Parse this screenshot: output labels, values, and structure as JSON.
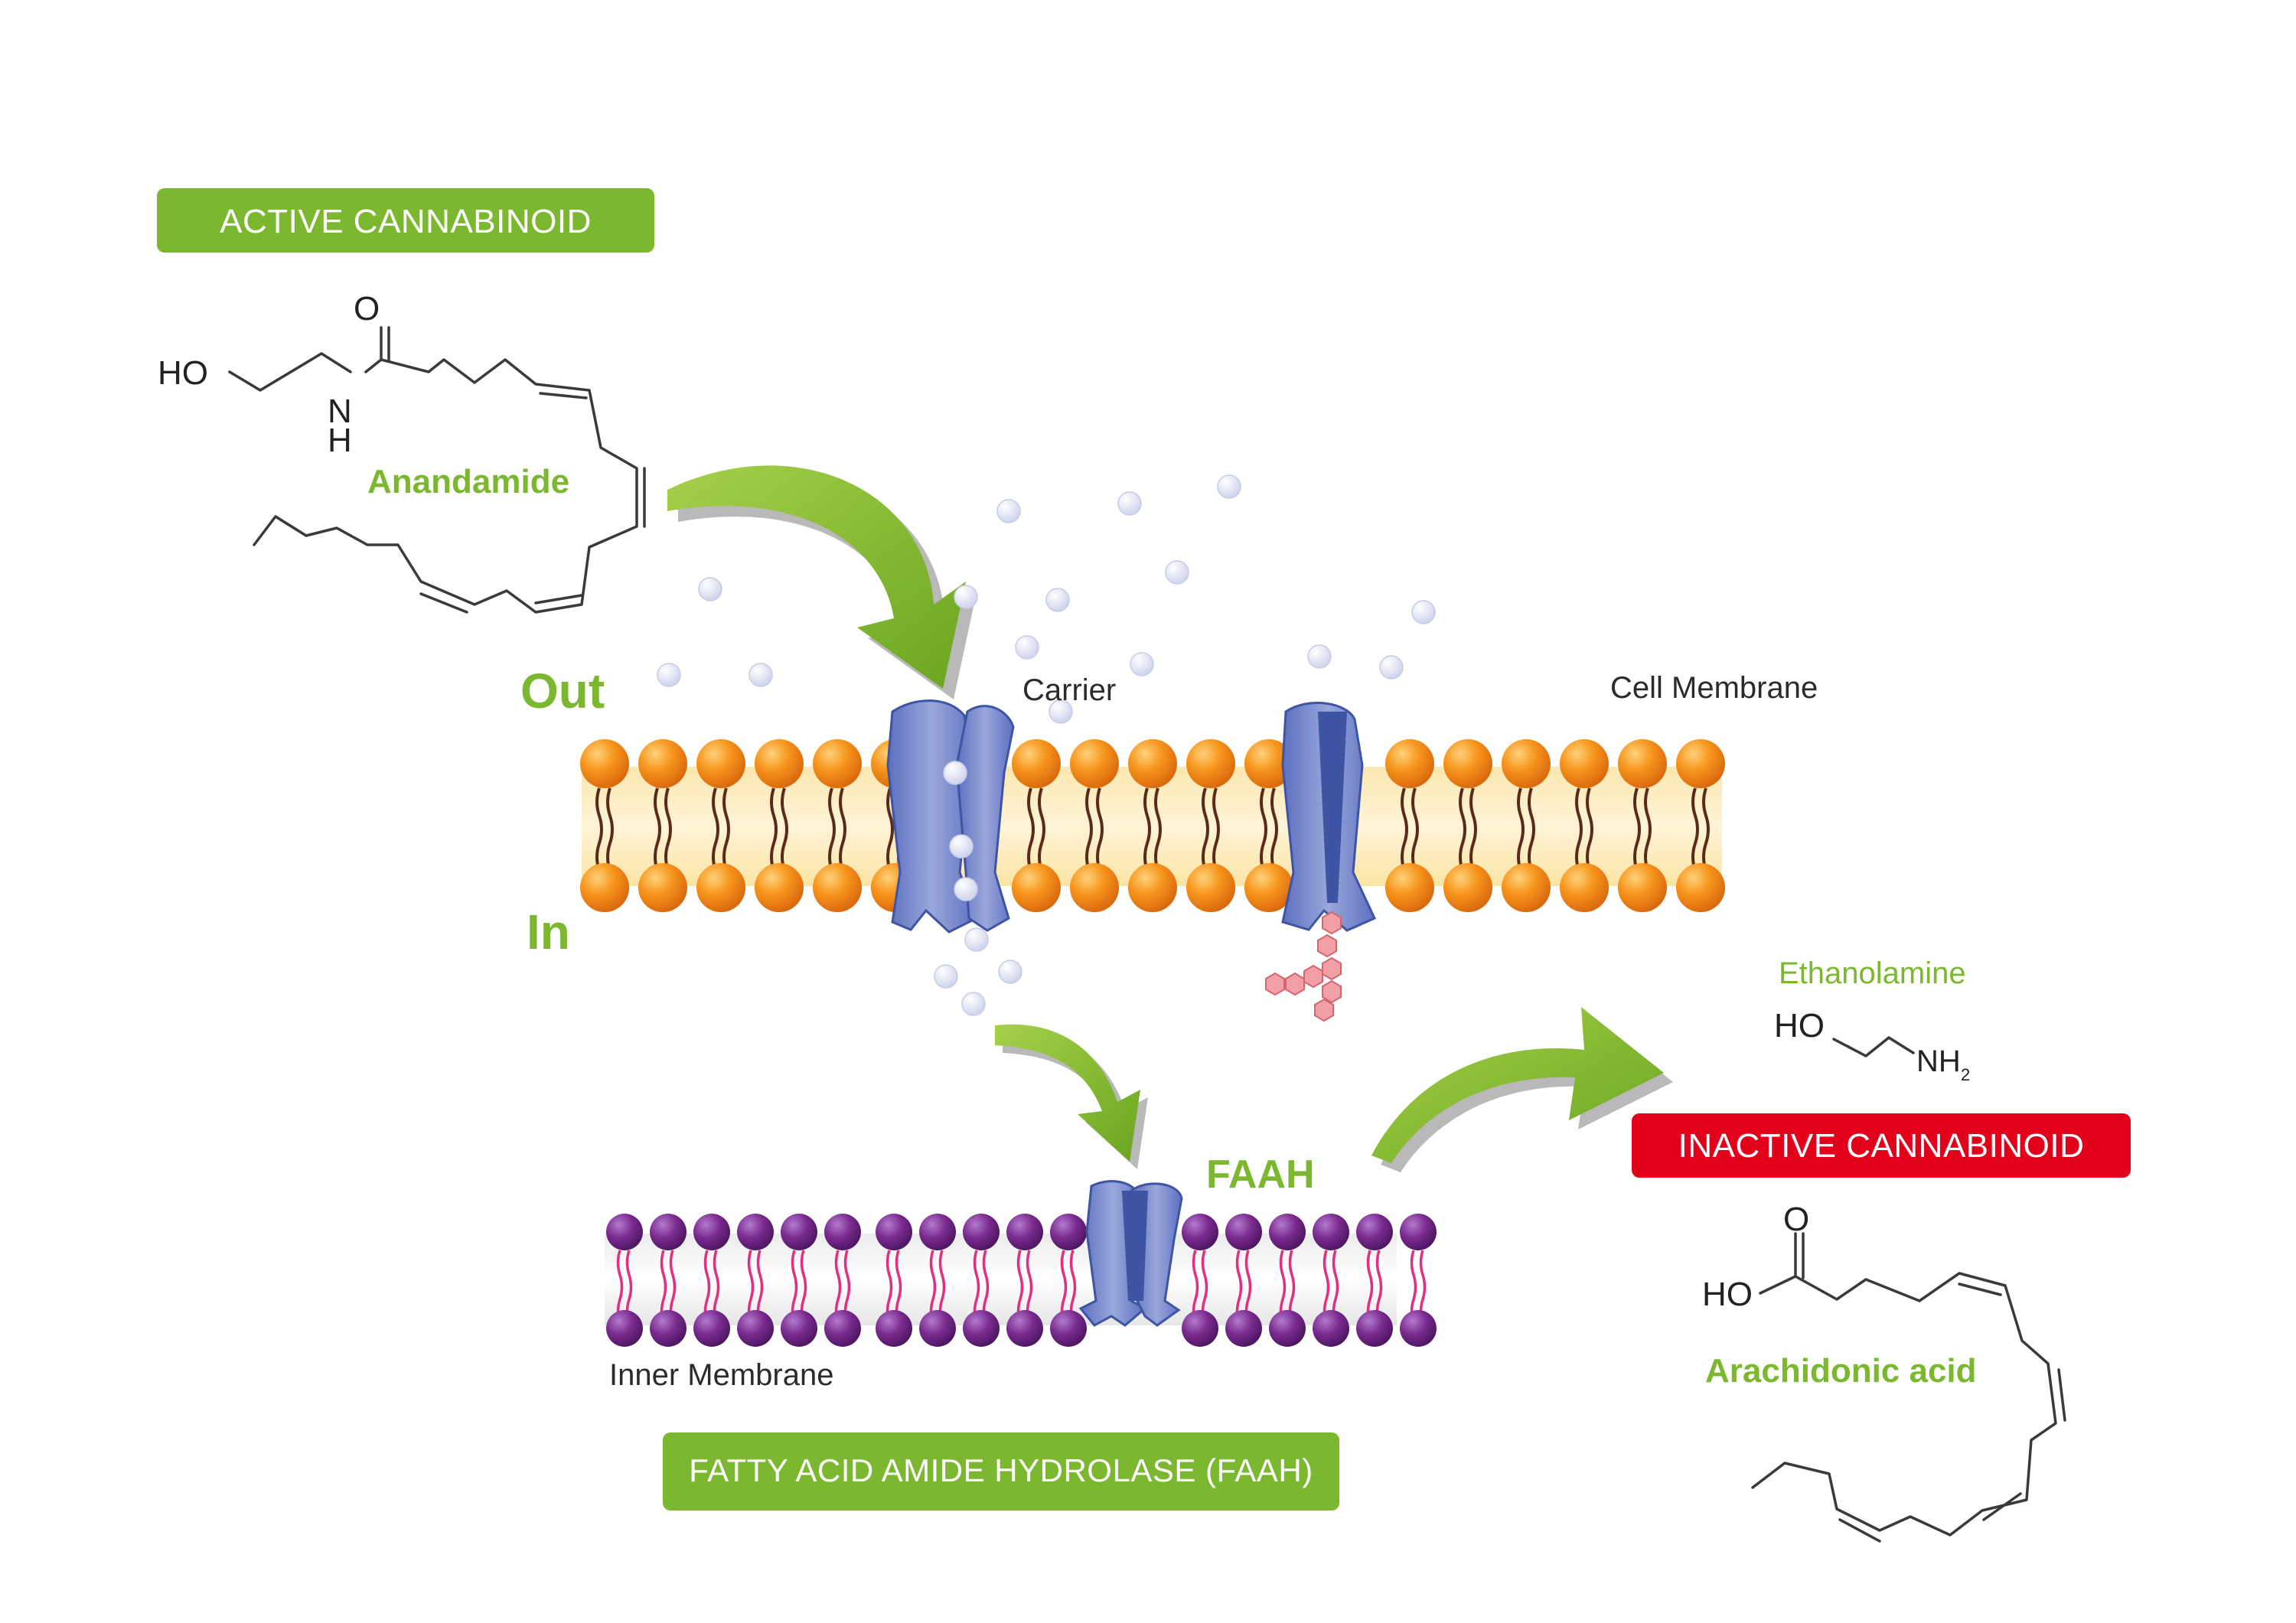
{
  "labels": {
    "active": "ACTIVE CANNABINOID",
    "inactive": "INACTIVE CANNABINOID",
    "faah_full": "FATTY ACID AMIDE HYDROLASE (FAAH)",
    "out": "Out",
    "in": "In",
    "carrier": "Carrier",
    "cell_membrane": "Cell Membrane",
    "inner_membrane": "Inner Membrane",
    "faah": "FAAH",
    "anandamide": "Anandamide",
    "ethanolamine": "Ethanolamine",
    "arachidonic": "Arachidonic acid"
  },
  "chem": {
    "anandamide": {
      "o": "O",
      "ho": "HO",
      "n": "N",
      "h": "H"
    },
    "ethanolamine": {
      "ho": "HO",
      "nh": "NH",
      "sub": "2"
    },
    "arachidonic": {
      "o": "O",
      "ho": "HO"
    }
  },
  "colors": {
    "green": "#7cb82f",
    "red": "#e2001a",
    "orange_head": "#f28a1c",
    "purple_head": "#7a2b8e",
    "protein_blue": "#7f8fce",
    "protein_dark": "#3d55a3",
    "molecule": "#dfe2f3",
    "tail_orange": "#5a2b1b",
    "tail_pink": "#e0307f"
  },
  "icons": {
    "arrows": "curved-green-arrow",
    "molecules": "anandamide-molecule-dot",
    "sugar_chain": "glycan-hexagon"
  }
}
